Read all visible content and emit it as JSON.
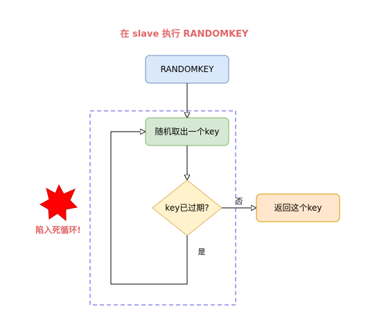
{
  "title": "在 slave 执行 RANDOMKEY",
  "nodes": {
    "start": "RANDOMKEY",
    "pick": "随机取出一个key",
    "decision": "key已过期?",
    "return": "返回这个key"
  },
  "edges": {
    "no_label": "否",
    "yes_label": "是"
  },
  "warning": {
    "label": "陷入死循环!"
  },
  "colors": {
    "title": "#e06666",
    "start_fill": "#dae8fc",
    "start_stroke": "#6c8ebf",
    "pick_fill": "#d5e8d4",
    "pick_stroke": "#82b366",
    "decision_fill": "#fff2cc",
    "decision_stroke": "#d6b656",
    "return_fill": "#ffe6cc",
    "return_stroke": "#d79b00",
    "loop_border": "#9c9cf0",
    "star_fill": "#ff0000",
    "warning_text": "#e06666"
  }
}
